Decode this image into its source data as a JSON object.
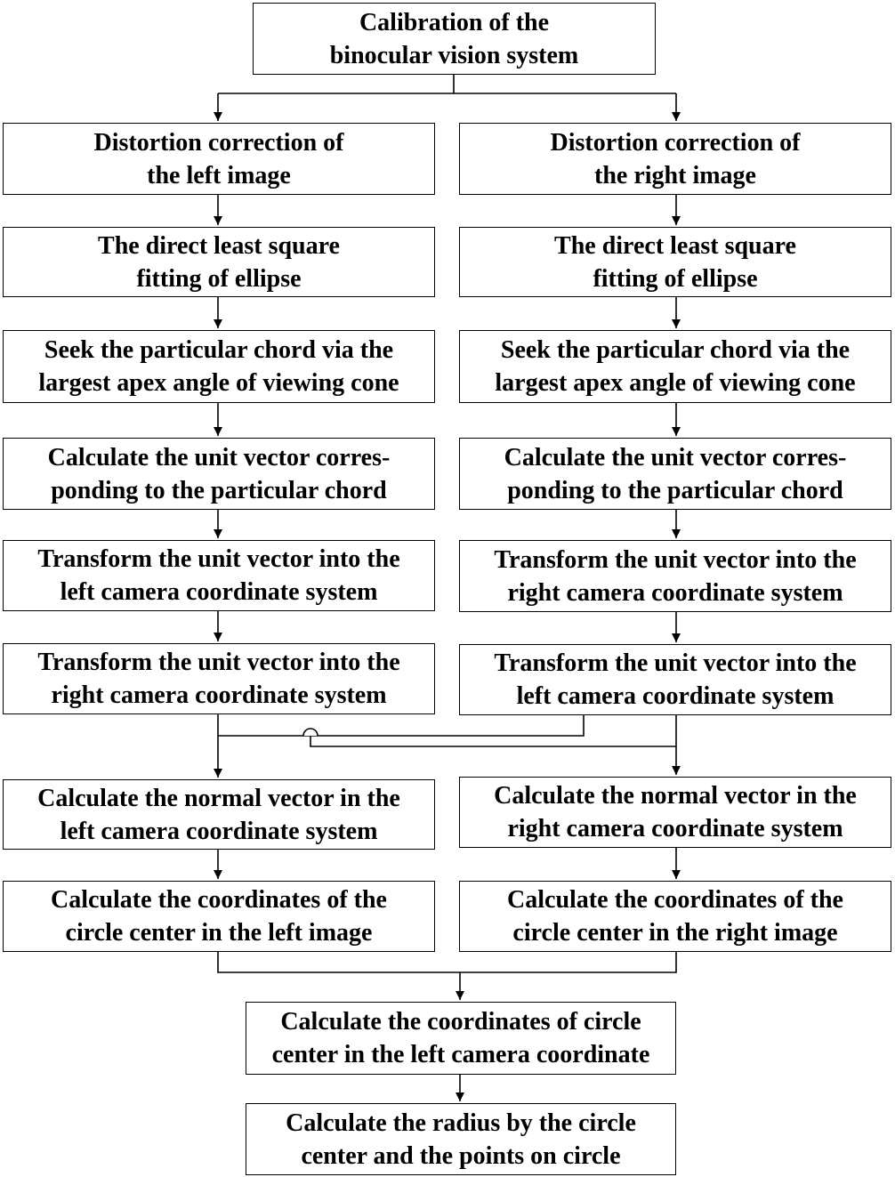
{
  "nodes": {
    "calibration": "Calibration of the\nbinocular vision system",
    "left_distortion": "Distortion correction of\nthe left image",
    "right_distortion": "Distortion correction of\nthe right image",
    "left_fitting": "The direct least square\nfitting of ellipse",
    "right_fitting": "The direct least square\nfitting of ellipse",
    "left_chord": "Seek the particular chord via the\nlargest apex angle of viewing cone",
    "right_chord": "Seek the particular chord via the\nlargest apex angle of viewing cone",
    "left_unit_vector": "Calculate the unit vector corres-\nponding to the particular chord",
    "right_unit_vector": "Calculate the unit vector corres-\nponding to the particular chord",
    "left_transform_left": "Transform the unit vector into the\nleft camera coordinate system",
    "right_transform_right": "Transform the unit vector into the\nright camera coordinate system",
    "left_transform_right": "Transform the unit vector into the\nright camera coordinate system",
    "right_transform_left": "Transform the unit vector into the\nleft camera coordinate system",
    "left_normal": "Calculate the normal vector in the\nleft camera coordinate system",
    "right_normal": "Calculate the normal vector in the\nright camera coordinate system",
    "left_center": "Calculate the coordinates of the\ncircle center in the left image",
    "right_center": "Calculate the coordinates of the\ncircle center in the right image",
    "center_3d": "Calculate the coordinates of circle\ncenter in the left camera coordinate",
    "radius": "Calculate the radius by the circle\ncenter and the points on circle"
  },
  "colors": {
    "stroke": "#000000",
    "fill": "#ffffff",
    "text": "#000000"
  }
}
